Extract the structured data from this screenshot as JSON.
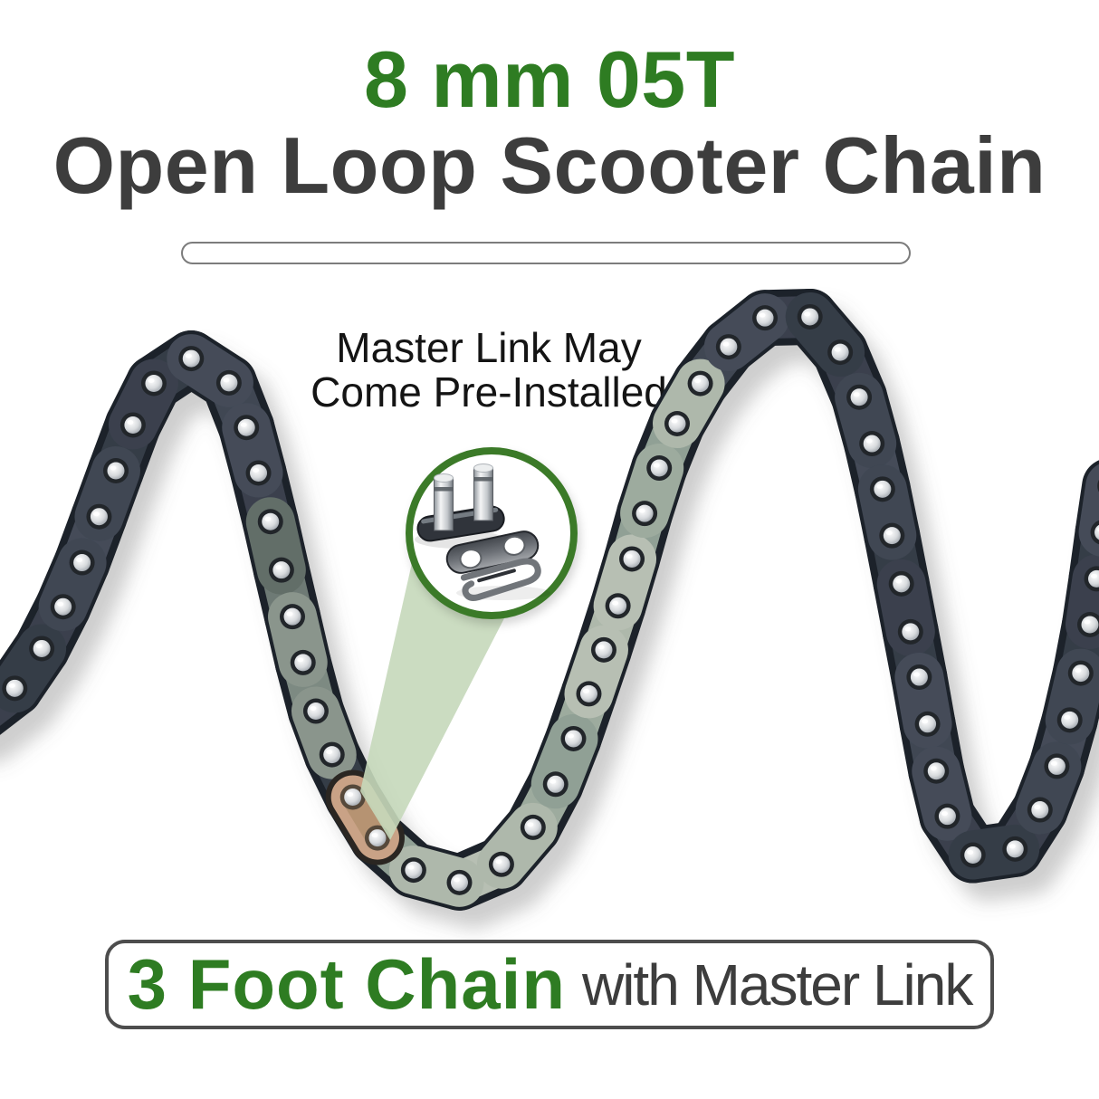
{
  "header": {
    "size_label": "8 mm 05T",
    "product_name": "Open Loop Scooter Chain"
  },
  "callout": {
    "line1": "Master Link May",
    "line2": "Come Pre-Installed"
  },
  "banner": {
    "length_label": "3 Foot Chain",
    "suffix": "with Master Link"
  },
  "colors": {
    "background": "#ffffff",
    "accent_green": "#2e7c22",
    "title_gray": "#3d3d3d",
    "callout_black": "#141414",
    "ring_green": "#3b7a28",
    "wedge_green": "#c5d8ba",
    "banner_border": "#4d4d4d",
    "pill_border": "#7c7c7c",
    "chain_dark": "#3a414d",
    "chain_weathered": "#a3b0a4",
    "master_link_tan": "#c9a286",
    "pin_silver": "#d6d9dc"
  }
}
